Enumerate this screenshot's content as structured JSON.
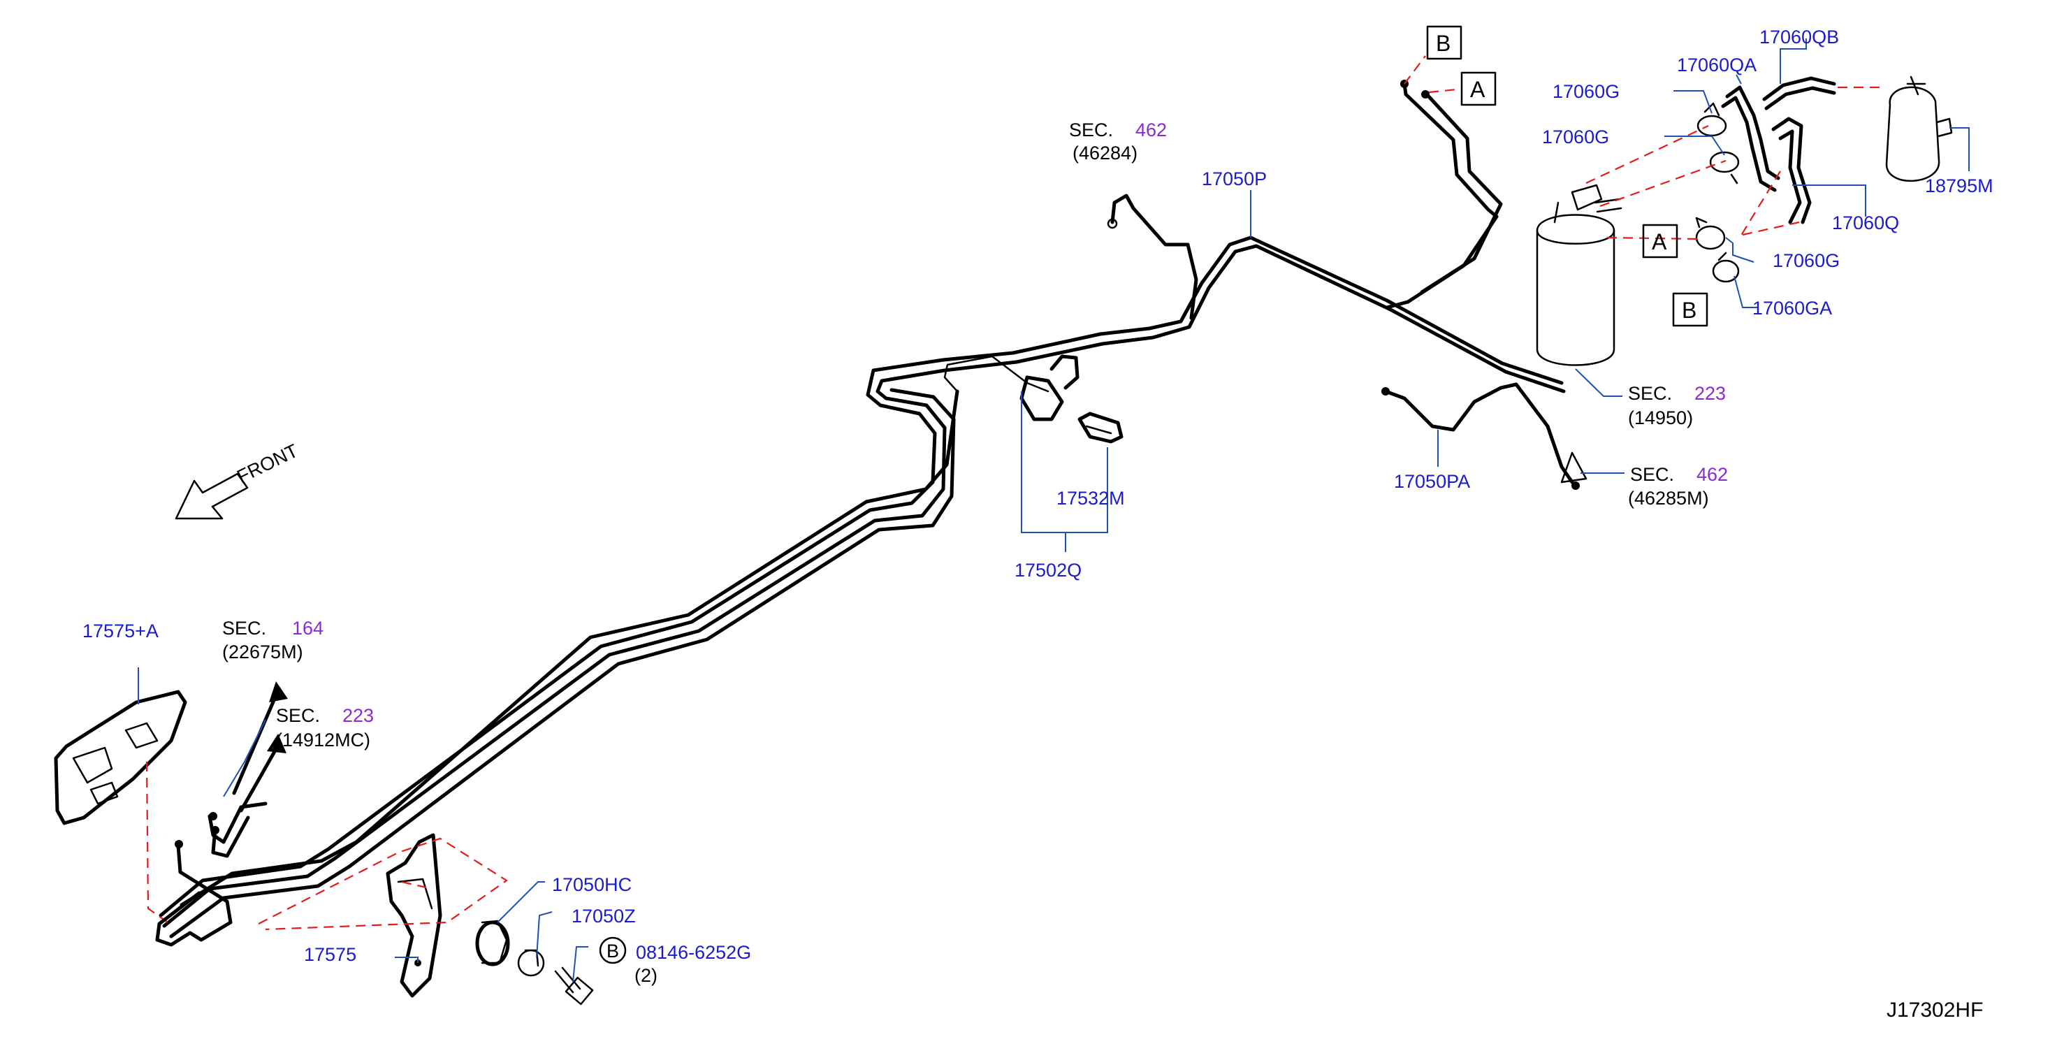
{
  "diagram_id": "J17302HF",
  "front": "FRONT",
  "callouts": {
    "A": "A",
    "B": "B"
  },
  "parts": {
    "p17060QB": "17060QB",
    "p17060QA": "17060QA",
    "p17060G_1": "17060G",
    "p17060G_2": "17060G",
    "p17060G_3": "17060G",
    "p17060Q": "17060Q",
    "p17060GA": "17060GA",
    "p18795M": "18795M",
    "p17050P": "17050P",
    "p17050PA": "17050PA",
    "p17532M": "17532M",
    "p17502Q": "17502Q",
    "p17575A": "17575+A",
    "p17575": "17575",
    "p17050HC": "17050HC",
    "p17050Z": "17050Z",
    "p08146": "08146-6252G",
    "qty": "(2)"
  },
  "sections": {
    "s462a": {
      "label": "SEC.",
      "num": "462",
      "ref": "(46284)"
    },
    "s223a": {
      "label": "SEC.",
      "num": "223",
      "ref": "(14950)"
    },
    "s462b": {
      "label": "SEC.",
      "num": "462",
      "ref": "(46285M)"
    },
    "s164": {
      "label": "SEC.",
      "num": "164",
      "ref": "(22675M)"
    },
    "s223b": {
      "label": "SEC.",
      "num": "223",
      "ref": "(14912MC)"
    }
  },
  "colors": {
    "part_number": "#1a1ad0",
    "section_number": "#8a2ad6",
    "leader_line": "#1f4fb0",
    "dashed_guide": "#e31b1b"
  }
}
